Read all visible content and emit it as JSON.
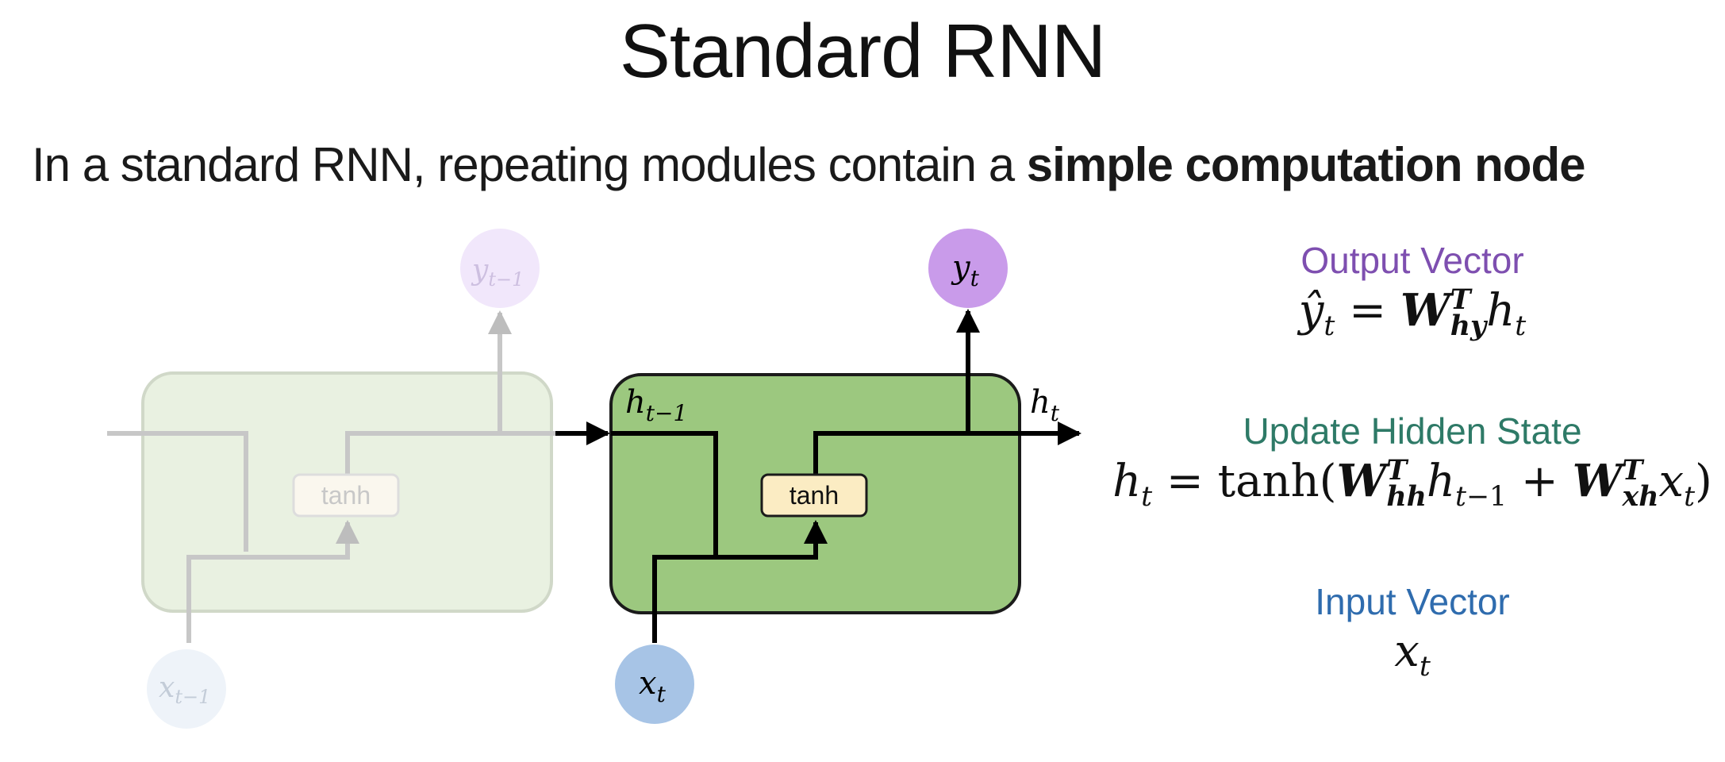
{
  "title": "Standard RNN",
  "subtitle": {
    "plain": "In a standard RNN, repeating modules contain a ",
    "bold": "simple computation node"
  },
  "diagram": {
    "prev_cell": {
      "op": "tanh",
      "input": "x_{t−1}",
      "output": "y_{t−1}"
    },
    "cell": {
      "op": "tanh",
      "input": "x_t",
      "output": "y_t",
      "hidden_in": "h_{t−1}",
      "hidden_out": "h_t"
    }
  },
  "equations": {
    "output": {
      "label": "Output Vector",
      "formula": "ŷ_t = W_hy^T h_t"
    },
    "update": {
      "label": "Update Hidden State",
      "formula": "h_t = tanh(W_hh^T h_{t−1} + W_xh^T x_t)"
    },
    "input": {
      "label": "Input Vector",
      "formula": "x_t"
    }
  },
  "colors": {
    "cell_fill": "#9cc87f",
    "cell_fill_faded": "#e9f1e1",
    "tanh_fill": "#fbecc3",
    "output_node": "#c99bea",
    "input_node": "#a7c4e6",
    "output_label": "#7e4fb0",
    "update_label": "#2e7a67",
    "input_label": "#2f6cae"
  }
}
